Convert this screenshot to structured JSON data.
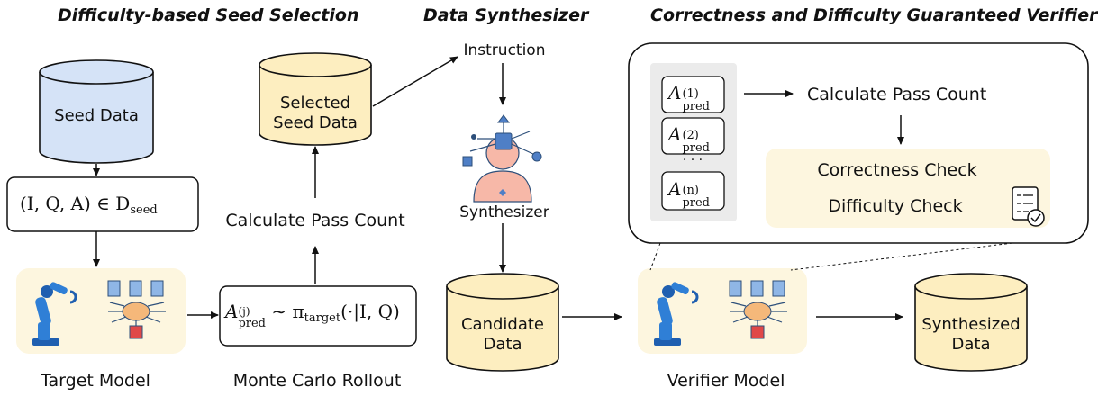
{
  "headings": {
    "seed_selection": "Difficulty-based Seed Selection",
    "synthesizer": "Data Synthesizer",
    "verifier": "Correctness and Difficulty Guaranteed Verifier"
  },
  "nodes": {
    "seed_data": "Seed Data",
    "tuple_prefix": "(I, Q, A) ∈ D",
    "tuple_sub": "seed",
    "selected_seed_line1": "Selected",
    "selected_seed_line2": "Seed Data",
    "calc_pass_left": "Calculate Pass Count",
    "rollout_A": "A",
    "rollout_sup": "(j)",
    "rollout_sub": "pred",
    "rollout_rest": " ∼ π",
    "rollout_pi_sub": "target",
    "rollout_tail": "(·|I, Q)",
    "instruction": "Instruction",
    "synthesizer_label": "Synthesizer",
    "candidate_line1": "Candidate",
    "candidate_line2": "Data",
    "synthesized_line1": "Synthesized",
    "synthesized_line2": "Data",
    "calc_pass_right": "Calculate Pass Count",
    "correctness_check": "Correctness Check",
    "difficulty_check": "Difficulty Check",
    "dots": "· · ·",
    "pred_sub": "pred",
    "pred_sup_1": "(1)",
    "pred_sup_2": "(2)",
    "pred_sup_n": "(n)"
  },
  "captions": {
    "target_model": "Target Model",
    "monte_carlo": "Monte Carlo Rollout",
    "verifier_model": "Verifier Model"
  },
  "colors": {
    "seed_fill": "#d5e3f7",
    "cream_fill": "#fdeec0",
    "panel_fill": "#fdf6df",
    "gray_panel": "#ebebeb",
    "robot_blue": "#2f7fd6"
  },
  "icons": [
    "robot-arm-icon",
    "brain-circuit-icon",
    "document-icon",
    "ai-head-icon",
    "checklist-icon"
  ]
}
